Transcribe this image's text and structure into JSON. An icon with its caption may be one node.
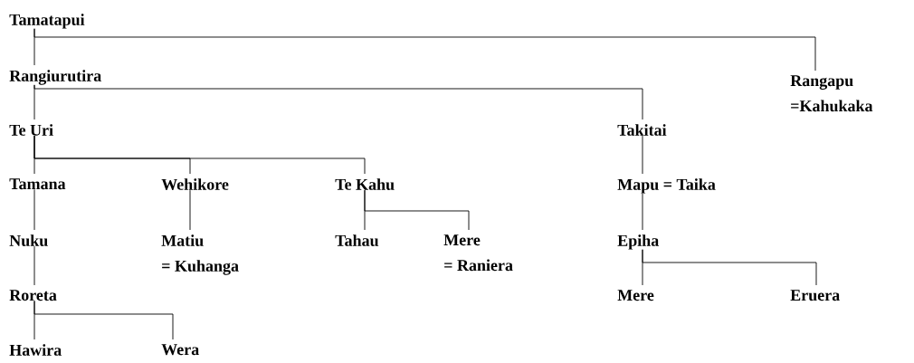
{
  "diagram": {
    "nodes": [
      {
        "text": [
          "Tamatapui"
        ]
      },
      {
        "text": [
          "Rangiurutira"
        ]
      },
      {
        "text": [
          "Rangapu",
          "=Kahukaka"
        ]
      },
      {
        "text": [
          "Te Uri"
        ]
      },
      {
        "text": [
          "Takitai"
        ]
      },
      {
        "text": [
          "Tamana"
        ]
      },
      {
        "text": [
          "Wehikore"
        ]
      },
      {
        "text": [
          "Te Kahu"
        ]
      },
      {
        "text": [
          "Mapu = Taika"
        ]
      },
      {
        "text": [
          "Nuku"
        ]
      },
      {
        "text": [
          "Matiu",
          "= Kuhanga"
        ]
      },
      {
        "text": [
          "Tahau"
        ]
      },
      {
        "text": [
          "Mere",
          "= Raniera"
        ]
      },
      {
        "text": [
          "Epiha"
        ]
      },
      {
        "text": [
          "Roreta"
        ]
      },
      {
        "text": [
          "Mere"
        ]
      },
      {
        "text": [
          "Eruera"
        ]
      },
      {
        "text": [
          "Hawira"
        ]
      },
      {
        "text": [
          "Wera"
        ]
      }
    ],
    "edges": [
      {
        "from": 0,
        "to": 1,
        "arrow": "none"
      },
      {
        "from": 0,
        "to": 2,
        "arrow": "none"
      },
      {
        "from": 1,
        "to": 3,
        "arrow": "none"
      },
      {
        "from": 1,
        "to": 4,
        "arrow": "none"
      },
      {
        "from": 3,
        "to": 5,
        "arrow": "none"
      },
      {
        "from": 3,
        "to": 6,
        "arrow": "none"
      },
      {
        "from": 3,
        "to": 7,
        "arrow": "none"
      },
      {
        "from": 4,
        "to": 8,
        "arrow": "none"
      },
      {
        "from": 5,
        "to": 9,
        "arrow": "none"
      },
      {
        "from": 6,
        "to": 10,
        "arrow": "none"
      },
      {
        "from": 7,
        "to": 11,
        "arrow": "none"
      },
      {
        "from": 7,
        "to": 12,
        "arrow": "none"
      },
      {
        "from": 8,
        "to": 13,
        "arrow": "none"
      },
      {
        "from": 9,
        "to": 14,
        "arrow": "none"
      },
      {
        "from": 13,
        "to": 15,
        "arrow": "none"
      },
      {
        "from": 13,
        "to": 16,
        "arrow": "none"
      },
      {
        "from": 14,
        "to": 17,
        "arrow": "none"
      },
      {
        "from": 14,
        "to": 18,
        "arrow": "none"
      }
    ]
  }
}
